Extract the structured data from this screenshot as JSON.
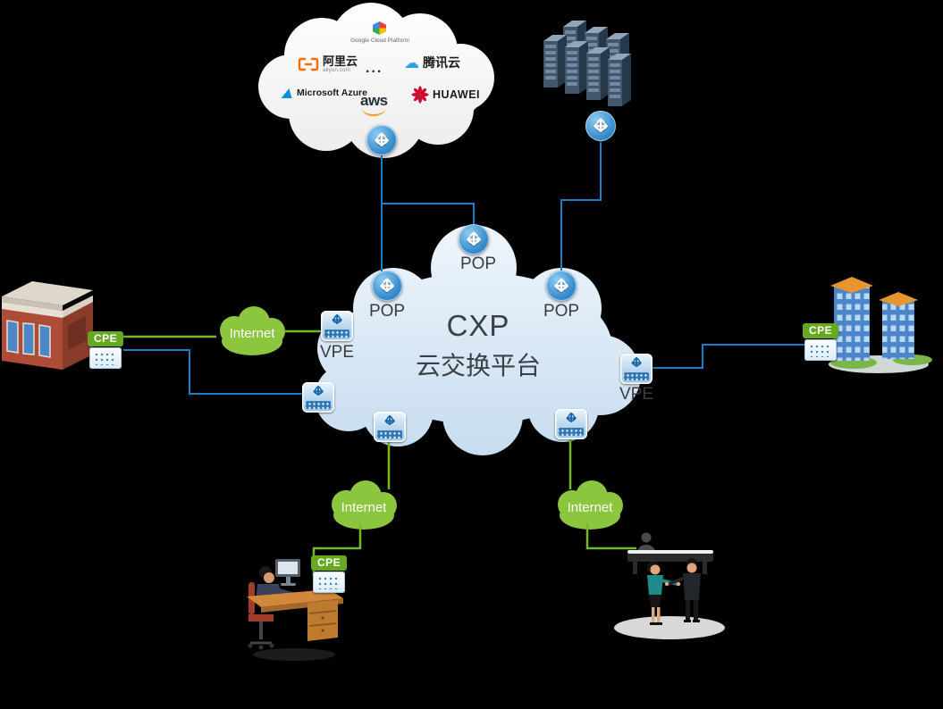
{
  "title": {
    "line1": "CXP",
    "line2": "云交换平台"
  },
  "providers": {
    "gcp": "Google Cloud Platform",
    "aliyun": "阿里云",
    "aliyun_domain": "aliyun.com",
    "tencent": "腾讯云",
    "ellipsis": "...",
    "azure": "Microsoft Azure",
    "aws": "aws",
    "huawei": "HUAWEI"
  },
  "labels": {
    "pop_top": "POP",
    "pop_left": "POP",
    "pop_right": "POP",
    "vpe_left": "VPE",
    "vpe_right": "VPE",
    "cpe_left": "CPE",
    "cpe_right": "CPE",
    "cpe_desk": "CPE",
    "internet_left": "Internet",
    "internet_bottom_left": "Internet",
    "internet_bottom_right": "Internet"
  },
  "colors": {
    "background": "#000000",
    "cxp_cloud": "#d7e6f5",
    "provider_cloud": "#ffffff",
    "internet_green": "#8cc63e",
    "line_blue": "#1b7ec6",
    "line_green": "#76b82a",
    "node_blue": "#3a8fd0",
    "cpe_badge_green": "#67a822"
  }
}
